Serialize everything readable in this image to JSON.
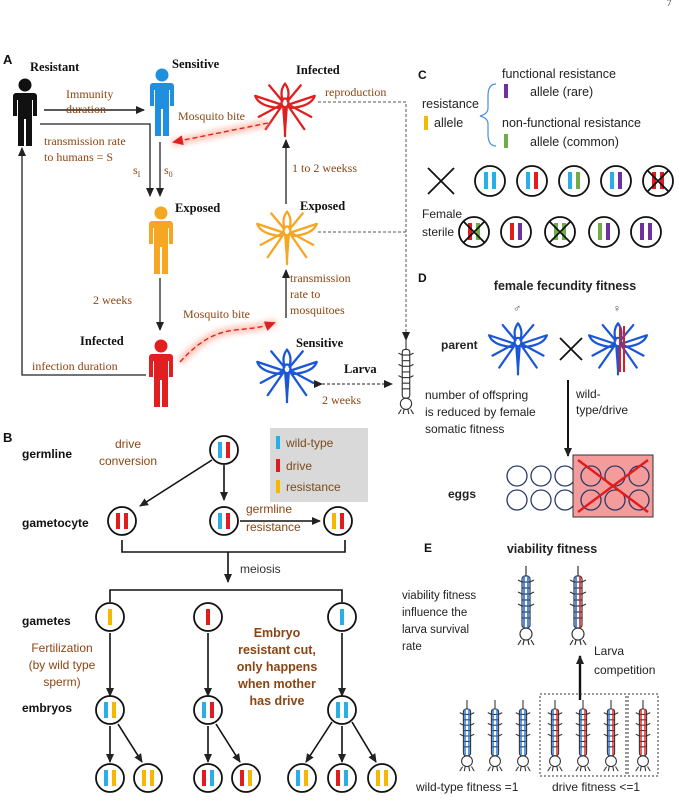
{
  "page_number": "7",
  "panel_a": {
    "label": "A",
    "resistant": "Resistant",
    "sensitive_human": "Sensitive",
    "infected_mosquito": "Infected",
    "immunity_duration": [
      "Immunity",
      "duration"
    ],
    "mosquito_bite_top": "Mosquito bite",
    "reproduction": "reproduction",
    "transmission_to_humans": [
      "transmission rate",
      "to humans = S"
    ],
    "s1": "s",
    "s1_sub": "I",
    "s0": "s",
    "s0_sub": "0",
    "exposed_human": "Exposed",
    "exposed_mosquito": "Exposed",
    "one_to_two_weeks": "1 to 2 weekss",
    "transmission_to_mosquitoes": [
      "transmission",
      "rate to",
      "mosquitoes"
    ],
    "two_weeks_left": "2 weeks",
    "mosquito_bite_bottom": "Mosquito bite",
    "infected_human": "Infected",
    "infection_duration": "infection duration",
    "sensitive_mosquito": "Sensitive",
    "larva": "Larva",
    "two_weeks_bottom": "2 weeks",
    "colors": {
      "resistant": "#111111",
      "sensitive": "#1f8fe0",
      "exposed": "#f5a623",
      "infected": "#e02020",
      "mosquito_blue": "#1a56d6"
    }
  },
  "panel_b": {
    "label": "B",
    "germline": "germline",
    "drive_conversion": [
      "drive",
      "conversion"
    ],
    "legend": {
      "wild_type": "wild-type",
      "drive": "drive",
      "resistance": "resistance"
    },
    "gametocyte": "gametocyte",
    "germline_resistance": [
      "germline",
      "resistance"
    ],
    "meiosis": "meiosis",
    "gametes": "gametes",
    "fertilization": [
      "Fertilization",
      "(by wild type",
      "sperm)"
    ],
    "embryo_cut": [
      "Embryo",
      "resistant cut,",
      "only happens",
      "when mother",
      "has drive"
    ],
    "embryos": "embryos",
    "colors": {
      "wild_type": "#29aee8",
      "drive": "#e01c1c",
      "resistance": "#f5b800"
    }
  },
  "panel_c": {
    "label": "C",
    "resistance_allele": [
      "resistance",
      "allele"
    ],
    "functional": [
      "functional  resistance",
      "allele (rare)"
    ],
    "nonfunctional": [
      "non-functional resistance",
      "allele (common)"
    ],
    "female_sterile": [
      "Female",
      "sterile"
    ],
    "colors": {
      "functional": "#7030a0",
      "nonfunctional": "#70ad47"
    }
  },
  "panel_d": {
    "label": "D",
    "title": "female fecundity fitness",
    "parent": "parent",
    "male_symbol": "♂",
    "female_symbol": "♀",
    "offspring_text": [
      "number of offspring",
      "is reduced by female",
      "somatic fitness"
    ],
    "wild_type_drive": [
      "wild-",
      "type/drive"
    ],
    "eggs": "eggs"
  },
  "panel_e": {
    "label": "E",
    "title": "viability fitness",
    "influence_text": [
      "viability fitness",
      "influence the",
      "larva survival",
      "rate"
    ],
    "larva_competition": [
      "Larva",
      "competition"
    ],
    "wild_type_fitness": "wild-type fitness =1",
    "drive_fitness": "drive fitness <=1"
  }
}
